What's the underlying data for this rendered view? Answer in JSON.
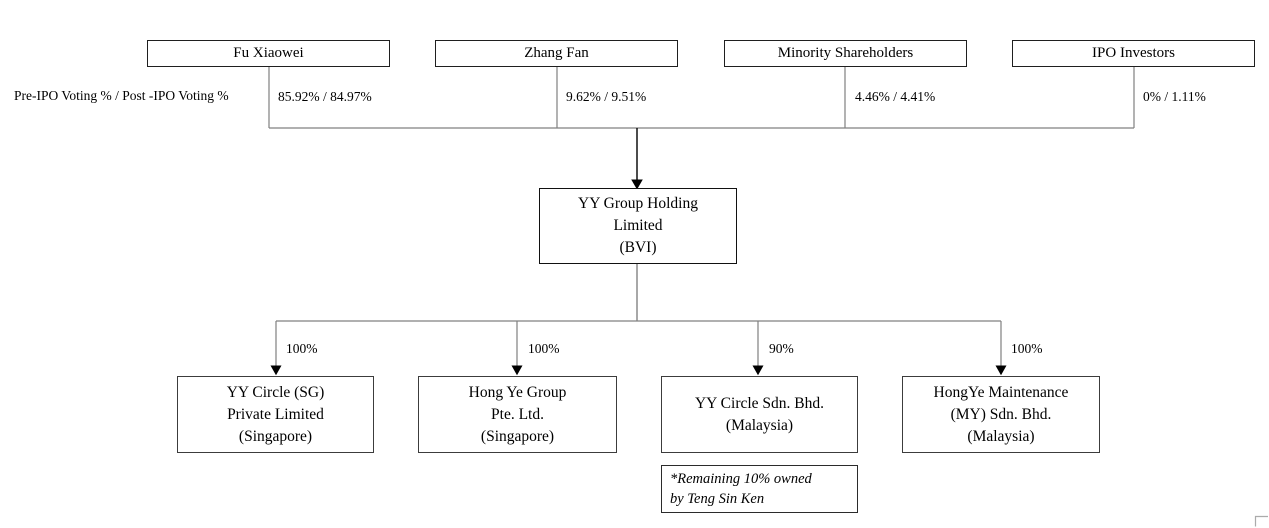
{
  "diagram": {
    "legend_label": "Pre-IPO Voting % / Post -IPO Voting %",
    "shareholders": [
      {
        "name": "Fu Xiaowei",
        "voting": "85.92% / 84.97%"
      },
      {
        "name": "Zhang Fan",
        "voting": "9.62% / 9.51%"
      },
      {
        "name": "Minority Shareholders",
        "voting": "4.46% / 4.41%"
      },
      {
        "name": "IPO Investors",
        "voting": "0% / 1.11%"
      }
    ],
    "holding_company": {
      "line1": "YY Group Holding",
      "line2": "Limited",
      "line3": "(BVI)"
    },
    "subsidiaries": [
      {
        "ownership": "100%",
        "line1": "YY Circle (SG)",
        "line2": "Private Limited",
        "line3": "(Singapore)"
      },
      {
        "ownership": "100%",
        "line1": "Hong Ye Group",
        "line2": "Pte. Ltd.",
        "line3": "(Singapore)"
      },
      {
        "ownership": "90%",
        "line1": "YY Circle Sdn. Bhd.",
        "line2": "(Malaysia)"
      },
      {
        "ownership": "100%",
        "line1": "HongYe Maintenance",
        "line2": "(MY) Sdn. Bhd.",
        "line3": "(Malaysia)"
      }
    ],
    "footnote": {
      "line1": "*Remaining 10% owned",
      "line2": "by Teng Sin Ken"
    },
    "colors": {
      "connector_line": "#808080",
      "arrow": "#000000",
      "box_border": "#1f1f1f"
    }
  }
}
